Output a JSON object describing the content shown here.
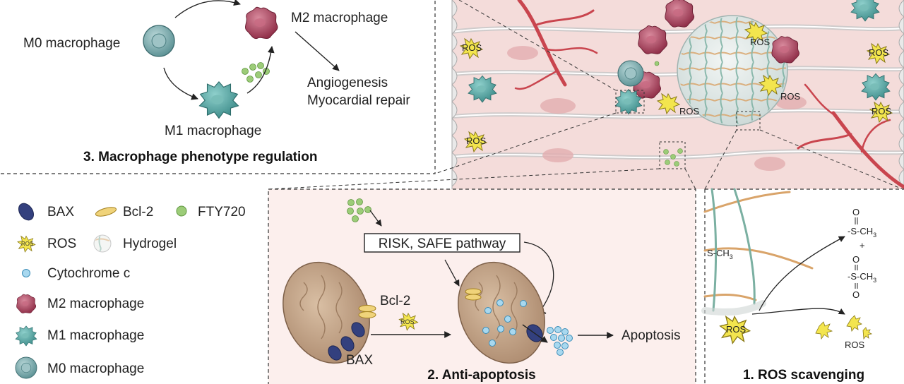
{
  "panel3": {
    "title": "3. Macrophage phenotype regulation",
    "m0": "M0 macrophage",
    "m1": "M1 macrophage",
    "m2": "M2 macrophage",
    "outcome1": "Angiogenesis",
    "outcome2": "Myocardial repair"
  },
  "legend": {
    "bax": "BAX",
    "bcl2": "Bcl-2",
    "fty720": "FTY720",
    "ros": "ROS",
    "hydrogel": "Hydrogel",
    "cytochrome": "Cytochrome c",
    "m2": "M2 macrophage",
    "m1": "M1 macrophage",
    "m0": "M0 macrophage"
  },
  "panel2": {
    "title": "2. Anti-apoptosis",
    "pathway": "RISK, SAFE pathway",
    "bcl2": "Bcl-2",
    "bax": "BAX",
    "ros": "ROS",
    "apoptosis": "Apoptosis"
  },
  "panel1": {
    "title": "1. ROS scavenging",
    "reactant": "S-CH",
    "reactant_sub": "3",
    "prod1_top": "O",
    "prod1": "-S-CH",
    "prod1_sub": "3",
    "plus": "+",
    "prod2_top": "O",
    "prod2": "-S-CH",
    "prod2_sub": "3",
    "prod2_bottom": "O",
    "ros_in": "ROS",
    "ros_out": "ROS"
  },
  "tissue": {
    "ros1": "ROS",
    "ros2": "ROS",
    "ros3": "ROS",
    "ros4": "ROS",
    "ros5": "ROS",
    "ros6": "ROS",
    "ros7": "ROS"
  },
  "colors": {
    "m0": "#6ea3a6",
    "m1": "#4f9c9a",
    "m2": "#a8415a",
    "fty720": "#8cbf6a",
    "bax": "#33407e",
    "bcl2": "#e7c35a",
    "mito": "#c9a98a",
    "ros": "#f0e24a",
    "vessel": "#c9454e",
    "tissue": "#f4d9d7",
    "panel_bg": "#fcefed"
  }
}
